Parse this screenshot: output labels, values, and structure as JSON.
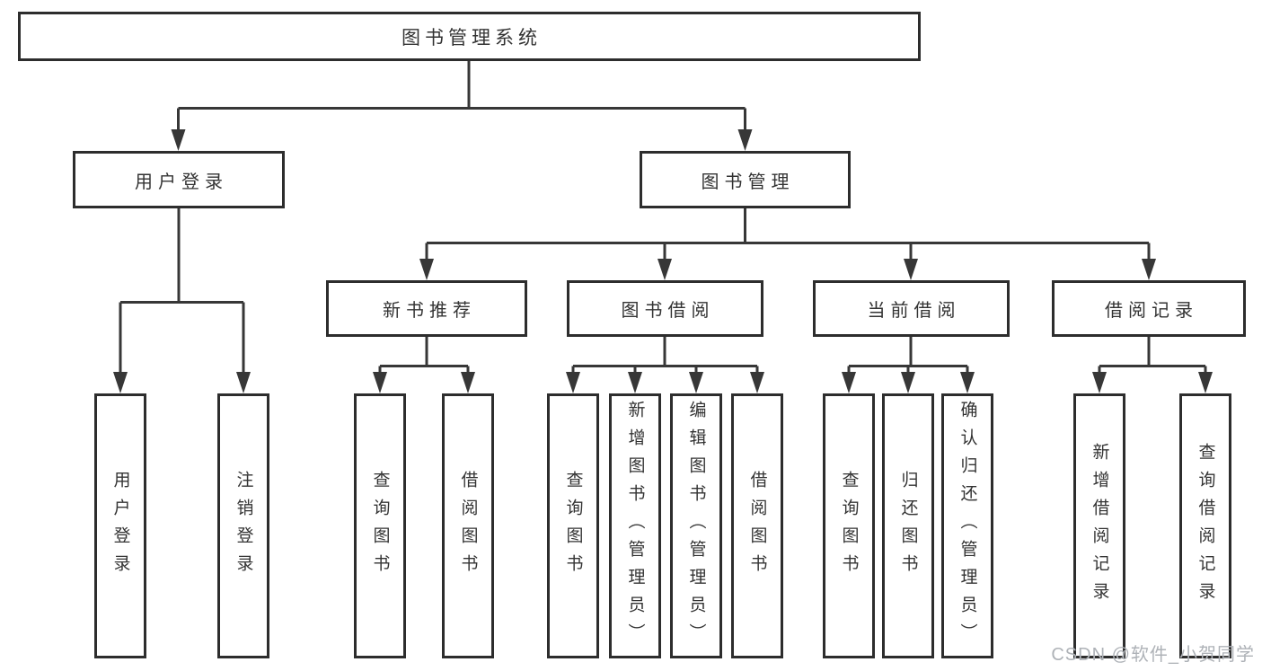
{
  "diagram": {
    "root_label": "图书管理系统",
    "level2": {
      "user_login": "用户登录",
      "book_management": "图书管理"
    },
    "level3": {
      "new_book_recommendation": "新书推荐",
      "book_borrowing": "图书借阅",
      "current_borrowing": "当前借阅",
      "borrowing_records": "借阅记录"
    },
    "leaves": {
      "user_login": [
        "用户登录",
        "注销登录"
      ],
      "new_book_recommendation": [
        "查询图书",
        "借阅图书"
      ],
      "book_borrowing": [
        "查询图书",
        "新增图书（管理员）",
        "编辑图书（管理员）",
        "借阅图书"
      ],
      "current_borrowing": [
        "查询图书",
        "归还图书",
        "确认归还（管理员）"
      ],
      "borrowing_records": [
        "新增借阅记录",
        "查询借阅记录"
      ]
    }
  },
  "watermark": "CSDN @软件_小贺同学",
  "colors": {
    "background": "#ffffff",
    "line": "#373737",
    "box_border": "#2d2d2d",
    "text": "#333333",
    "watermark_text": "#aeb2b7"
  }
}
